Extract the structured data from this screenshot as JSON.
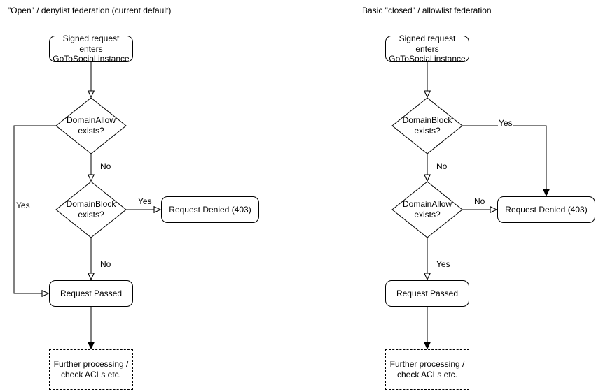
{
  "diagram": {
    "colors": {
      "background": "#ffffff",
      "stroke": "#000000",
      "text": "#000000"
    }
  },
  "charts": [
    {
      "title": "\"Open\" / denylist federation (current default)",
      "start": "Signed request enters\nGoToSocial instance",
      "decision1": "DomainAllow\nexists?",
      "decision2": "DomainBlock\nexists?",
      "denied": "Request Denied (403)",
      "passed": "Request Passed",
      "further": "Further processing /\ncheck ACLs etc.",
      "labels": {
        "decision1_yes": "Yes",
        "decision1_no": "No",
        "decision2_yes": "Yes",
        "decision2_no": "No"
      }
    },
    {
      "title": "Basic \"closed\" / allowlist federation",
      "start": "Signed request enters\nGoToSocial instance",
      "decision1": "DomainBlock\nexists?",
      "decision2": "DomainAllow\nexists?",
      "denied": "Request Denied (403)",
      "passed": "Request Passed",
      "further": "Further processing /\ncheck ACLs etc.",
      "labels": {
        "decision1_yes": "Yes",
        "decision1_no": "No",
        "decision2_yes": "Yes",
        "decision2_no": "No"
      }
    }
  ]
}
